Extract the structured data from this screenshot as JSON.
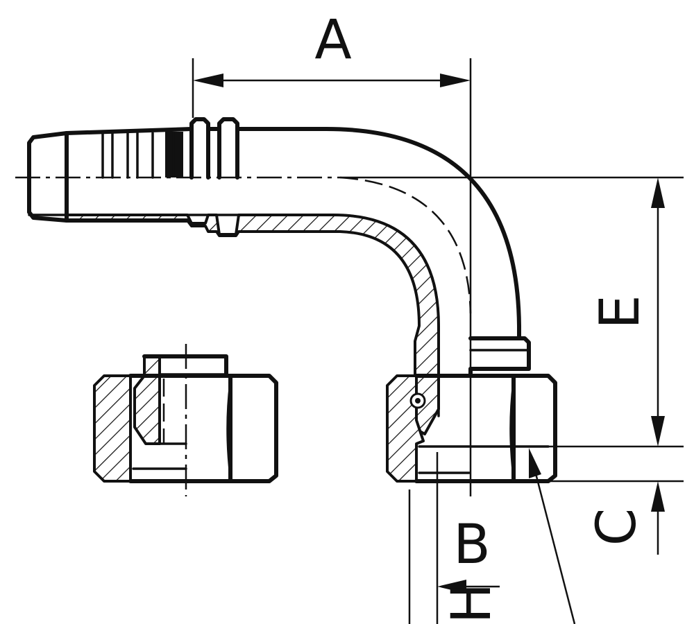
{
  "drawing": {
    "subject": "90-degree-elbow-hose-fitting-section",
    "line_color": "#111111",
    "background": "#ffffff"
  },
  "dimensions": {
    "A": {
      "label": "A"
    },
    "B": {
      "label": "B"
    },
    "C": {
      "label": "C"
    },
    "E": {
      "label": "E"
    },
    "H": {
      "label": "H"
    }
  }
}
